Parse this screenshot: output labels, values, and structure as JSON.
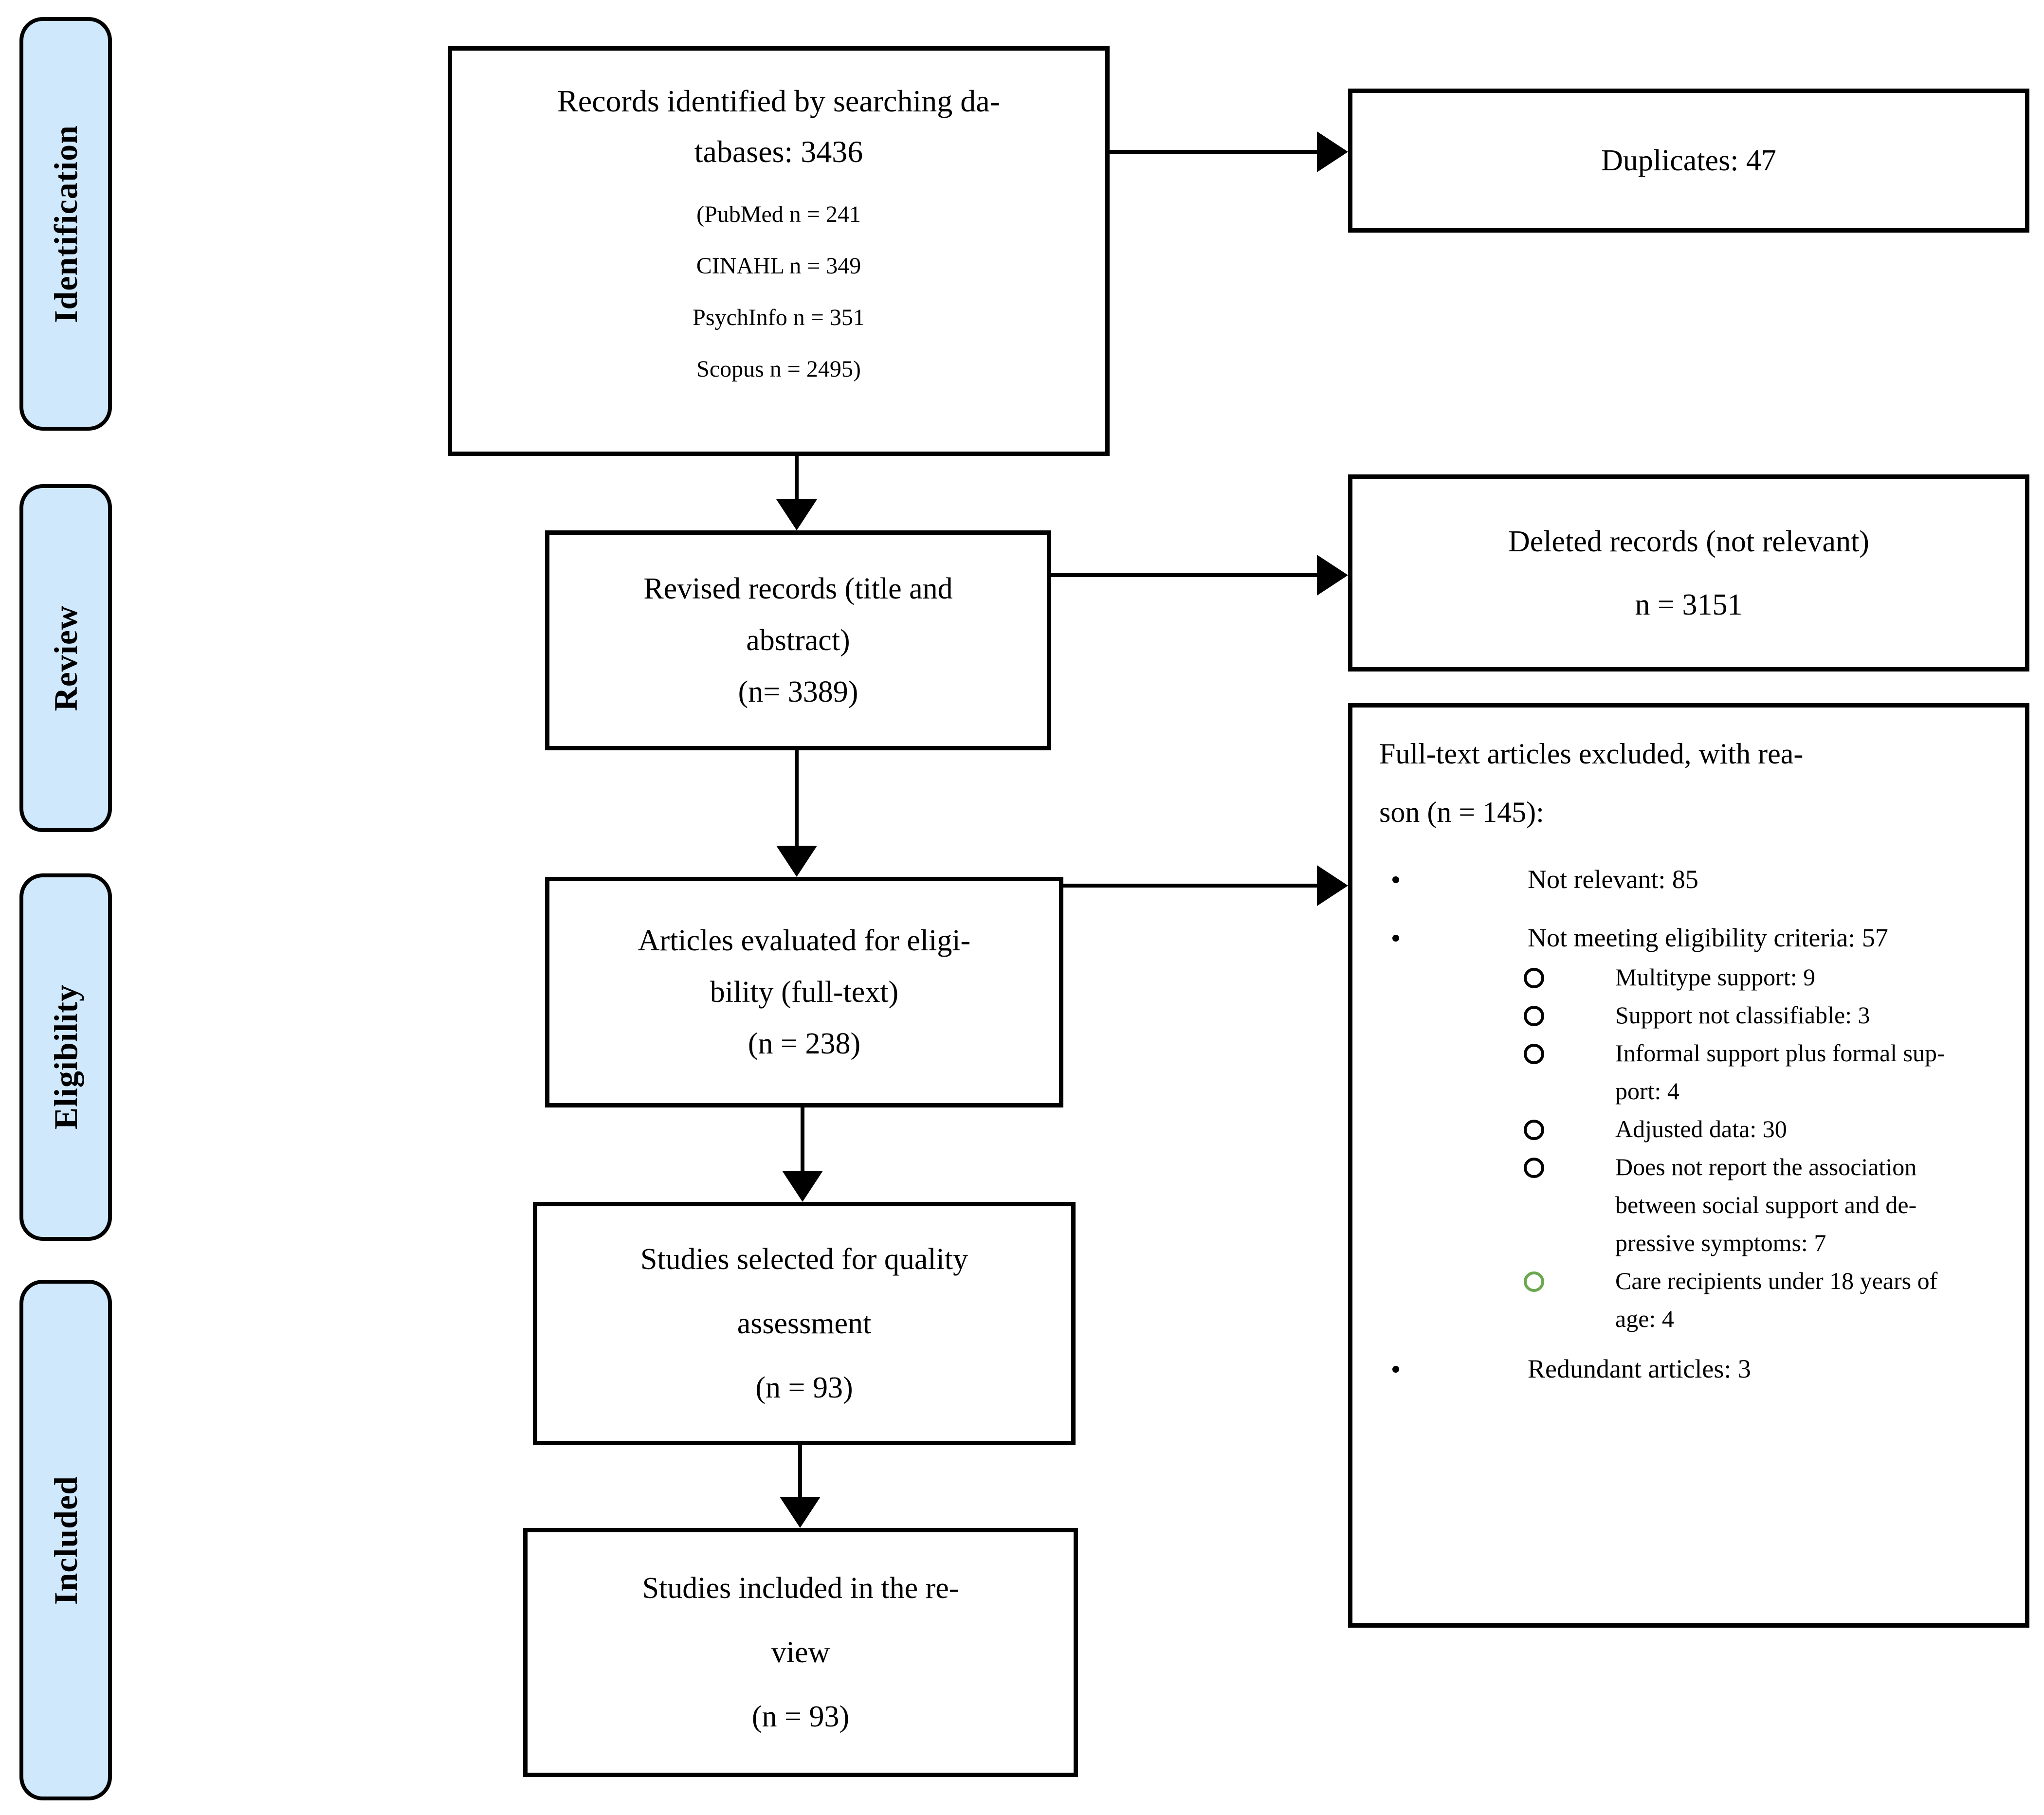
{
  "stages": [
    {
      "label": "Identification"
    },
    {
      "label": "Review"
    },
    {
      "label": "Eligibility"
    },
    {
      "label": "Included"
    }
  ],
  "flow": {
    "records_box": {
      "title_lines": [
        "Records identified by searching da-",
        "tabases: 3436"
      ],
      "detail_lines": [
        "(PubMed n = 241",
        "CINAHL n = 349",
        "PsychInfo n = 351",
        "Scopus n = 2495)"
      ]
    },
    "revised_box": {
      "lines": [
        "Revised records (title and",
        "abstract)",
        "(n= 3389)"
      ]
    },
    "evaluated_box": {
      "lines": [
        "Articles evaluated for eligi-",
        "bility (full-text)",
        "(n = 238)"
      ]
    },
    "quality_box": {
      "lines": [
        "Studies selected for quality",
        "assessment",
        "(n = 93)"
      ]
    },
    "included_box": {
      "lines": [
        "Studies included in the re-",
        "view",
        "(n = 93)"
      ]
    }
  },
  "side": {
    "duplicates_box": {
      "lines": [
        "Duplicates: 47"
      ]
    },
    "deleted_box": {
      "lines": [
        "Deleted records (not relevant)",
        "n = 3151"
      ]
    },
    "excluded_box": {
      "title_lines": [
        "Full-text articles excluded, with rea-",
        "son (n = 145):"
      ],
      "items": [
        {
          "level": 1,
          "marker": "black-dot",
          "lines": [
            "Not relevant: 85"
          ]
        },
        {
          "level": 1,
          "marker": "black-dot",
          "lines": [
            "Not meeting eligibility criteria: 57"
          ]
        },
        {
          "level": 2,
          "marker": "black-circle",
          "lines": [
            "Multitype support: 9"
          ]
        },
        {
          "level": 2,
          "marker": "black-circle",
          "lines": [
            "Support not classifiable: 3"
          ]
        },
        {
          "level": 2,
          "marker": "black-circle",
          "lines": [
            "Informal support plus formal sup-",
            "port: 4"
          ]
        },
        {
          "level": 2,
          "marker": "black-circle",
          "lines": [
            "Adjusted data: 30"
          ]
        },
        {
          "level": 2,
          "marker": "black-circle",
          "lines": [
            "Does not report the association",
            "between social support and de-",
            "pressive symptoms: 7"
          ]
        },
        {
          "level": 2,
          "marker": "green-circle",
          "lines": [
            "Care recipients under 18 years of",
            "age: 4"
          ]
        },
        {
          "level": 1,
          "marker": "black-dot",
          "lines": [
            "Redundant articles: 3"
          ]
        }
      ]
    }
  },
  "colors": {
    "stage_fill": "#cfe8fb",
    "box_border": "#000000",
    "green_marker": "#6aa84f"
  }
}
